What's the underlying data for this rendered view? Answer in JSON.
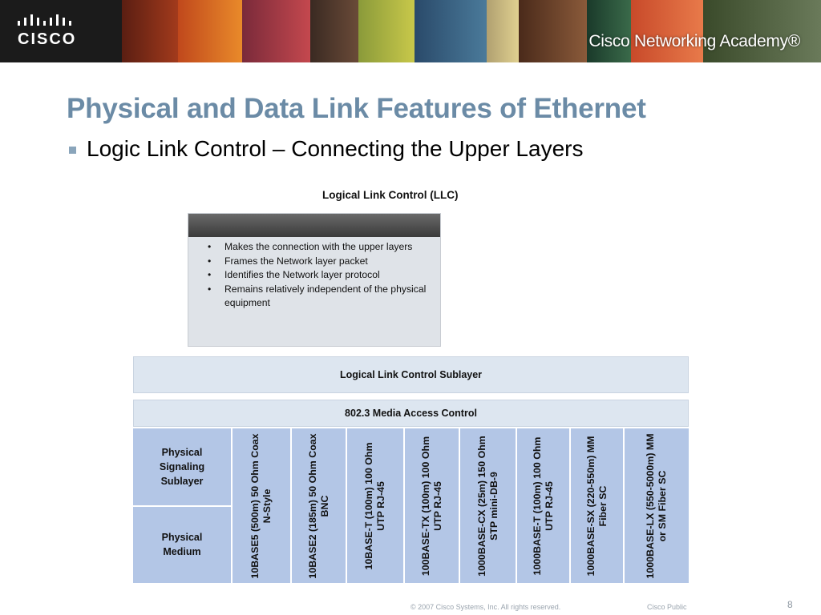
{
  "header": {
    "logo_text": "CISCO",
    "academy_text": "Cisco Networking Academy®"
  },
  "slide": {
    "title": "Physical and Data Link Features of Ethernet",
    "bullet": "Logic Link Control – Connecting the Upper Layers"
  },
  "diagram": {
    "llc_title": "Logical Link Control (LLC)",
    "llc_points": [
      "Makes the connection with the upper layers",
      "Frames the Network layer packet",
      "Identifies the Network layer protocol",
      "Remains relatively independent of the physical equipment"
    ],
    "llc_sublayer": "Logical Link Control Sublayer",
    "mac_sublayer": "802.3 Media Access Control",
    "left_cells": {
      "signaling": "Physical Signaling Sublayer",
      "medium": "Physical Medium"
    },
    "media": [
      "10BASE5 (500m) 50 Ohm Coax N-Style",
      "10BASE2 (185m) 50 Ohm Coax BNC",
      "10BASE-T (100m) 100 Ohm UTP RJ-45",
      "100BASE-TX (100m) 100 Ohm UTP RJ-45",
      "1000BASE-CX (25m) 150 Ohm STP mini-DB-9",
      "1000BASE-T (100m) 100 Ohm UTP RJ-45",
      "1000BASE-SX (220-550m) MM Fiber SC",
      "1000BASE-LX (550-5000m) MM or SM Fiber SC"
    ]
  },
  "footer": {
    "copyright": "© 2007 Cisco Systems, Inc. All rights reserved.",
    "classification": "Cisco Public",
    "page_number": "8"
  }
}
